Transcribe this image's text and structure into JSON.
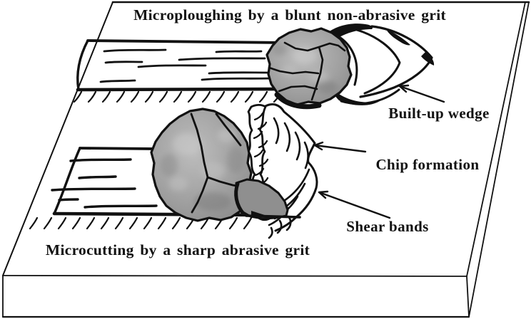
{
  "figure": {
    "captions": {
      "microploughing": "Microploughing by a blunt non-abrasive grit",
      "microcutting": "Microcutting by a sharp abrasive grit"
    },
    "labels": {
      "built_up_wedge": "Built-up wedge",
      "chip_formation": "Chip formation",
      "shear_bands": "Shear bands"
    },
    "colors": {
      "line": "#111111",
      "background": "#ffffff",
      "grit_gray": "#a0a0a0",
      "grit_gray_light": "#c9c9c9",
      "grit_gray_dark": "#8f8f8f"
    }
  }
}
